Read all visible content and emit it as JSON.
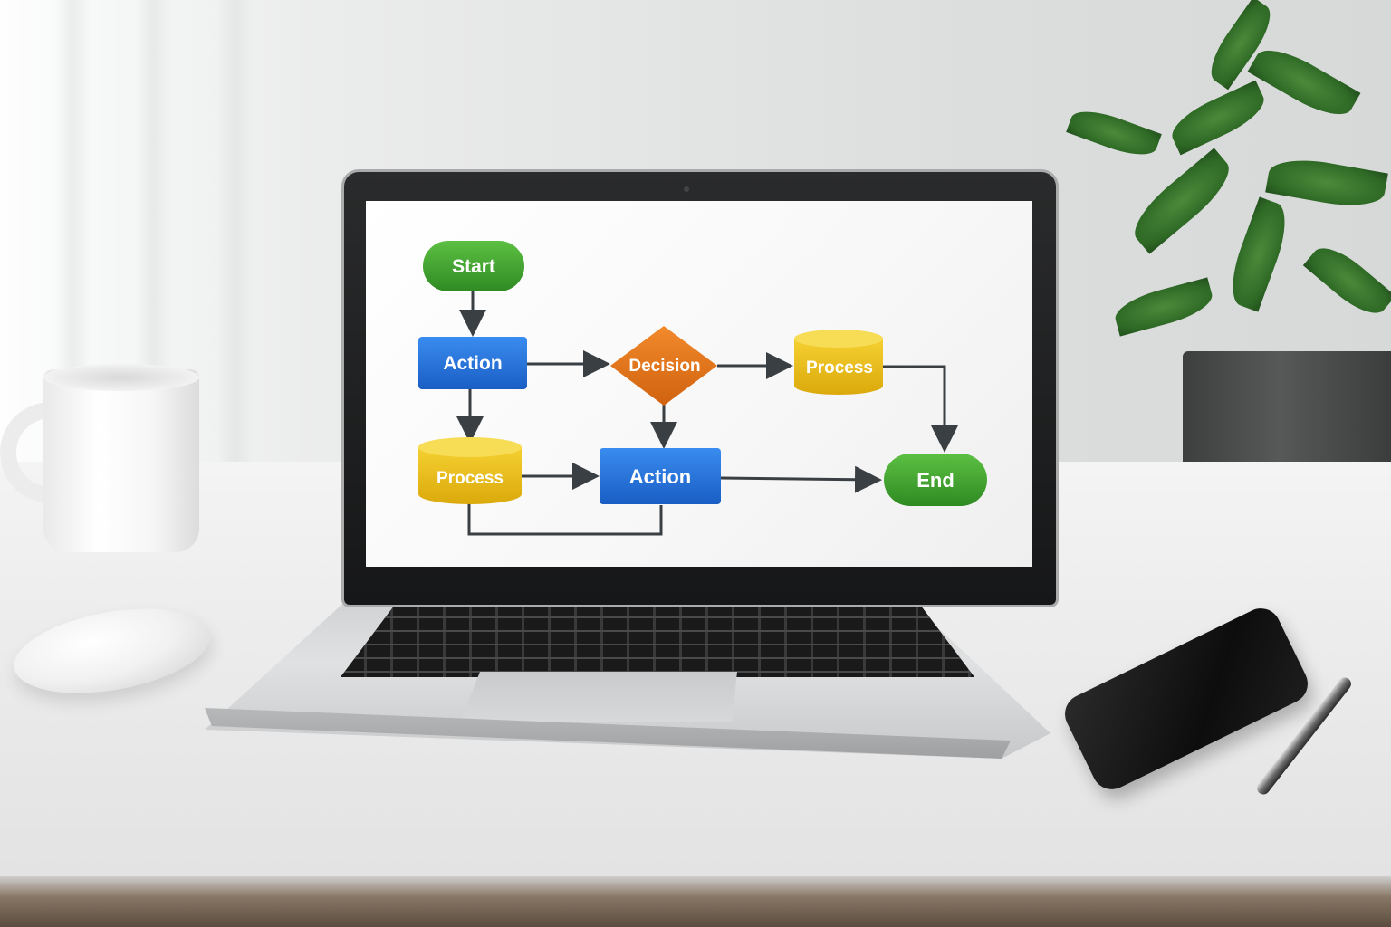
{
  "scene": {
    "description_items": [
      "laptop",
      "mug",
      "mouse",
      "phone",
      "pen",
      "plant"
    ]
  },
  "flowchart": {
    "nodes": {
      "start": "Start",
      "action_top": "Action",
      "decision": "Decision",
      "process_top": "Process",
      "process_bottom": "Process",
      "action_bottom": "Action",
      "end": "End"
    },
    "colors": {
      "green": "#3d9d2c",
      "blue": "#1f6fd6",
      "orange": "#e07418",
      "yellow": "#e8b60f",
      "arrow": "#3a3f44"
    }
  }
}
